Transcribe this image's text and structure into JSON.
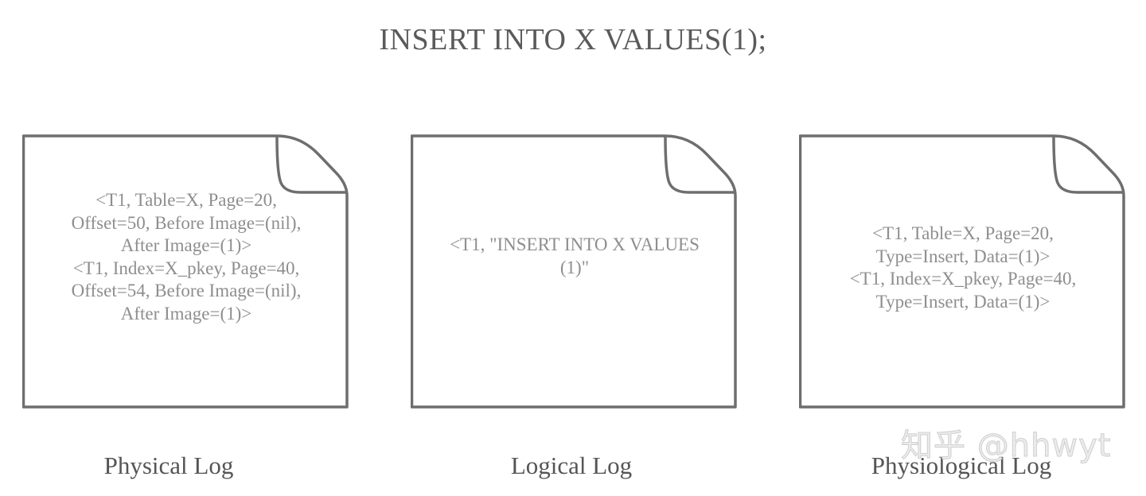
{
  "title": "INSERT  INTO X VALUES(1);",
  "documents": [
    {
      "lines": [
        "<T1, Table=X, Page=20,",
        "Offset=50, Before Image=(nil),",
        "After Image=(1)>",
        "<T1, Index=X_pkey, Page=40,",
        "Offset=54, Before Image=(nil),",
        "After Image=(1)>"
      ],
      "caption": "Physical Log"
    },
    {
      "lines": [
        "<T1, \"INSERT INTO X VALUES",
        "(1)\""
      ],
      "caption": "Logical Log"
    },
    {
      "lines": [
        "<T1, Table=X, Page=20,",
        "Type=Insert, Data=(1)>",
        "<T1, Index=X_pkey, Page=40,",
        "Type=Insert, Data=(1)>"
      ],
      "caption": "Physiological Log"
    }
  ],
  "watermark": "知乎 @hhwyt",
  "colors": {
    "stroke": "#6e6e6e",
    "text": "#8e8e8e",
    "title": "#5a5a5a"
  }
}
